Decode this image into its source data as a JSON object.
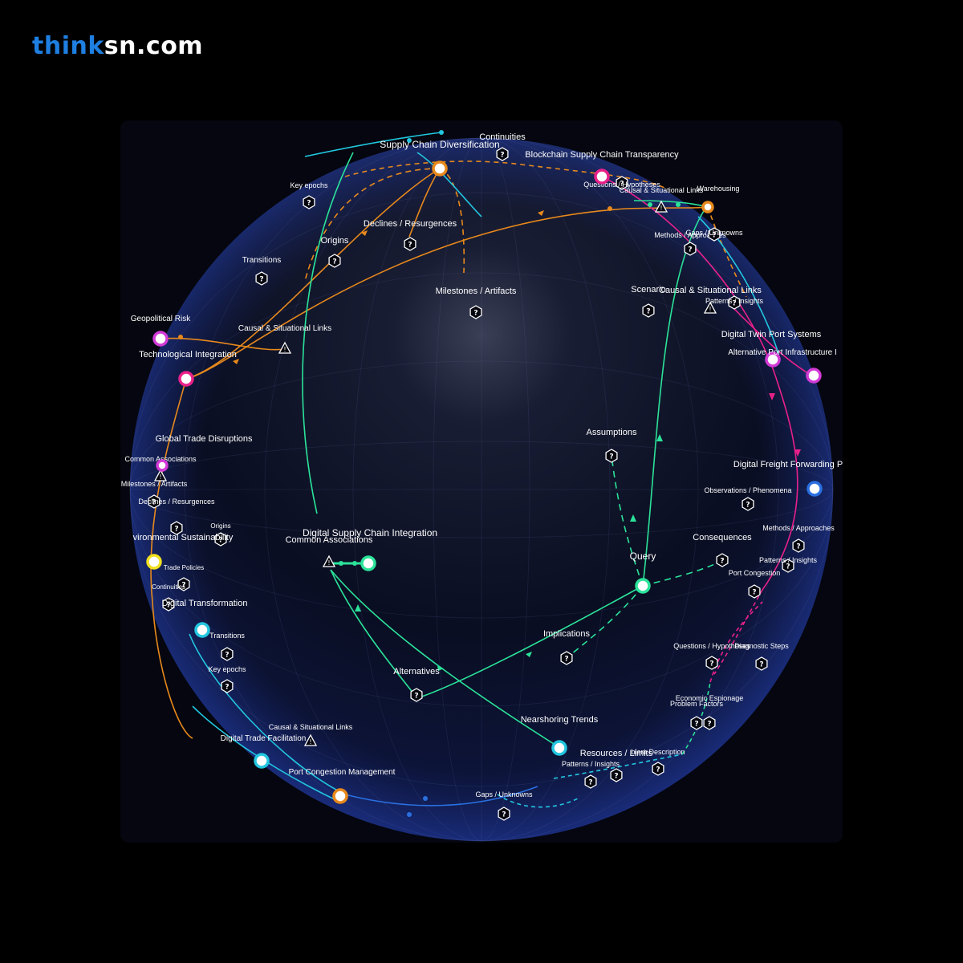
{
  "brand": {
    "part1": "think",
    "part2": "sn.com"
  },
  "colors": {
    "background": "#000000",
    "globe": "#0b1230",
    "brand_blue": "#1e7fe0",
    "orange": "#e8891c",
    "green": "#2be39a",
    "pink": "#e8208a",
    "cyan": "#22c6e0",
    "blue": "#2a6fe0",
    "yellow": "#e0c81e"
  },
  "nodes": [
    {
      "label": "Supply Chain Diversification",
      "color": "#e8891c"
    },
    {
      "label": "Blockchain Supply Chain Transparency",
      "color": "#e8208a"
    },
    {
      "label": "Geopolitical Risk",
      "color": "#d23ad6"
    },
    {
      "label": "Technological Integration",
      "color": "#e8208a"
    },
    {
      "label": "Global Trade Disruptions",
      "color": "#d23ad6"
    },
    {
      "label": "vironmental Sustainability",
      "color": "#f0e020"
    },
    {
      "label": "Digital Transformation",
      "color": "#22c6e0"
    },
    {
      "label": "Digital Trade Facilitation",
      "color": "#22c6e0"
    },
    {
      "label": "Port Congestion Management",
      "color": "#e8891c"
    },
    {
      "label": "Digital Supply Chain Integration",
      "color": "#2be39a"
    },
    {
      "label": "Query",
      "color": "#2be39a"
    },
    {
      "label": "Nearshoring Trends",
      "color": "#22c6e0"
    },
    {
      "label": "Digital Twin Port Systems",
      "color": "#d23ad6"
    },
    {
      "label": "Alternative Port Infrastructure I",
      "color": "#d23ad6"
    },
    {
      "label": "Digital Freight Forwarding P",
      "color": "#2a6fe0"
    },
    {
      "label": "Warehousing",
      "color": "#e8891c"
    }
  ],
  "markers": [
    {
      "label": "Continuities",
      "icon": "question-icon"
    },
    {
      "label": "Key epochs",
      "icon": "question-icon"
    },
    {
      "label": "Declines / Resurgences",
      "icon": "question-icon"
    },
    {
      "label": "Origins",
      "icon": "question-icon"
    },
    {
      "label": "Transitions",
      "icon": "question-icon"
    },
    {
      "label": "Milestones / Artifacts",
      "icon": "question-icon"
    },
    {
      "label": "Causal & Situational Links",
      "icon": "warning-icon"
    },
    {
      "label": "Questions / Hypotheses",
      "icon": "question-icon"
    },
    {
      "label": "Causal & Situational Links",
      "icon": "warning-icon"
    },
    {
      "label": "Methods / Approaches",
      "icon": "question-icon"
    },
    {
      "label": "Gaps / Unknowns",
      "icon": "question-icon"
    },
    {
      "label": "Scenario",
      "icon": "question-icon"
    },
    {
      "label": "Causal & Situational Links",
      "icon": "warning-icon"
    },
    {
      "label": "Patterns / Insights",
      "icon": "question-icon"
    },
    {
      "label": "Assumptions",
      "icon": "question-icon"
    },
    {
      "label": "Common Associations",
      "icon": "warning-icon"
    },
    {
      "label": "Milestones / Artifacts",
      "icon": "question-icon"
    },
    {
      "label": "Declines / Resurgences",
      "icon": "question-icon"
    },
    {
      "label": "Origins",
      "icon": "question-icon"
    },
    {
      "label": "Trade Policies",
      "icon": "question-icon"
    },
    {
      "label": "Continuities",
      "icon": "question-icon"
    },
    {
      "label": "Common Associations",
      "icon": "warning-icon"
    },
    {
      "label": "Consequences",
      "icon": "question-icon"
    },
    {
      "label": "Observations / Phenomena",
      "icon": "question-icon"
    },
    {
      "label": "Methods / Approaches",
      "icon": "question-icon"
    },
    {
      "label": "Patterns / Insights",
      "icon": "question-icon"
    },
    {
      "label": "Port Congestion",
      "icon": "question-icon"
    },
    {
      "label": "Implications",
      "icon": "question-icon"
    },
    {
      "label": "Alternatives",
      "icon": "question-icon"
    },
    {
      "label": "Transitions",
      "icon": "question-icon"
    },
    {
      "label": "Key epochs",
      "icon": "question-icon"
    },
    {
      "label": "Causal & Situational Links",
      "icon": "warning-icon"
    },
    {
      "label": "Questions / Hypotheses",
      "icon": "question-icon"
    },
    {
      "label": "Diagnostic Steps",
      "icon": "question-icon"
    },
    {
      "label": "Economic Espionage",
      "icon": "question-icon"
    },
    {
      "label": "Problem Factors",
      "icon": "question-icon"
    },
    {
      "label": "Resources / Limits",
      "icon": "question-icon"
    },
    {
      "label": "blem Description",
      "icon": "question-icon"
    },
    {
      "label": "Patterns / Insights",
      "icon": "question-icon"
    },
    {
      "label": "Gaps / Unknowns",
      "icon": "question-icon"
    }
  ]
}
